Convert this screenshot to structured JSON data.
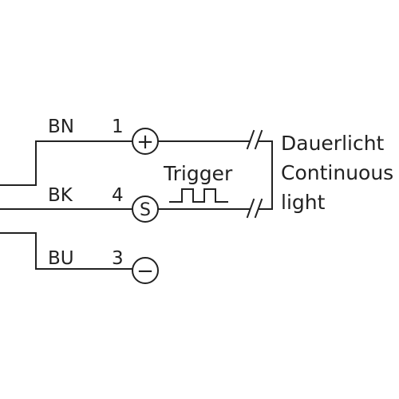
{
  "diagram": {
    "wires": [
      {
        "color_code": "BN",
        "pin": "1",
        "terminal_symbol": "+"
      },
      {
        "color_code": "BK",
        "pin": "4",
        "terminal_symbol": "S"
      },
      {
        "color_code": "BU",
        "pin": "3",
        "terminal_symbol": "−"
      }
    ],
    "trigger_label": "Trigger",
    "mode_labels": [
      "Dauerlicht",
      "Continuous",
      "light"
    ],
    "stroke_color": "#222222",
    "background_color": "#ffffff"
  }
}
